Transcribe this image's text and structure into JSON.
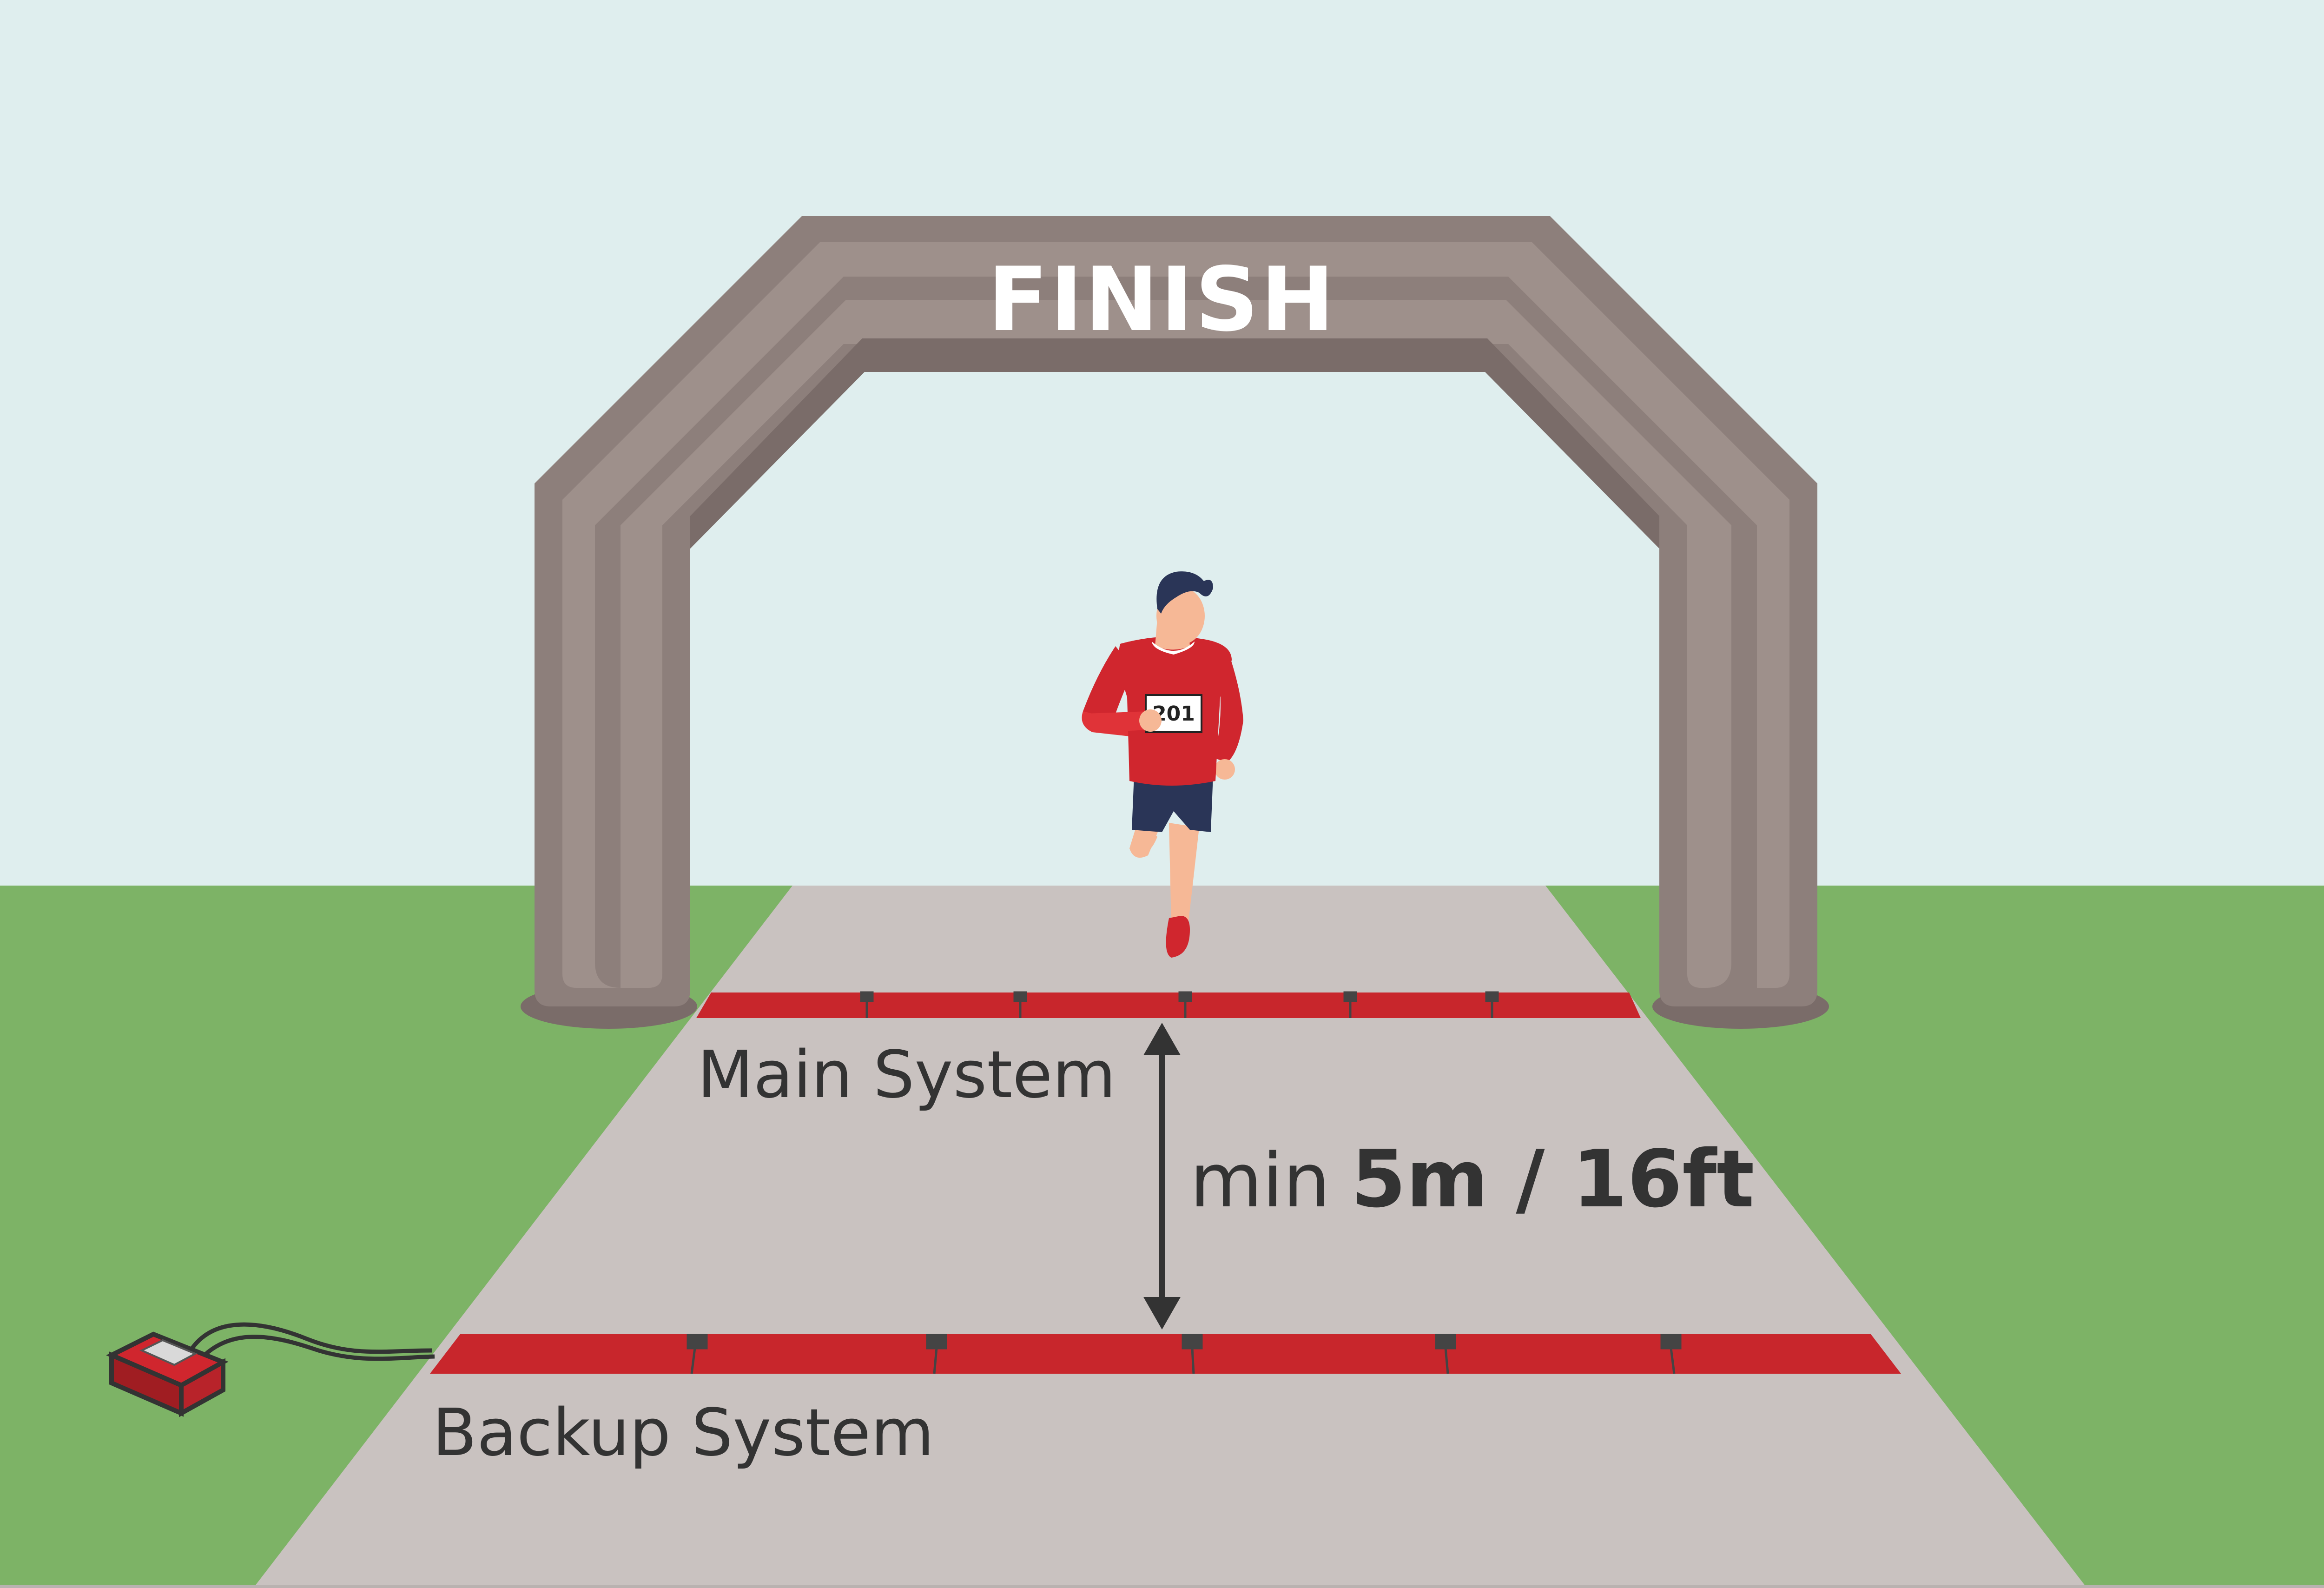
{
  "arch": {
    "title": "FINISH"
  },
  "runner": {
    "bib_number": "201"
  },
  "mats": {
    "main_label": "Main System",
    "backup_label": "Backup System"
  },
  "distance": {
    "prefix": "min",
    "value": "5m / 16ft"
  },
  "colors": {
    "sky": "#dfeeee",
    "grass": "#7db366",
    "road": "#c9c2c0",
    "arch_outer": "#8d7f7b",
    "arch_inner": "#9e908b",
    "arch_shadow": "#7a6c69",
    "mat_red": "#c8262c",
    "text_dark": "#333333",
    "shirt_red": "#d0262e",
    "shorts_navy": "#2a3557",
    "skin": "#f6b896",
    "hair": "#2a3557"
  }
}
